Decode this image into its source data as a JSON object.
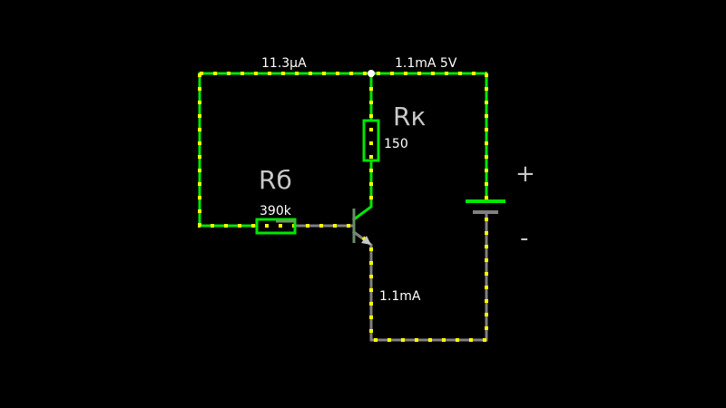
{
  "labels": {
    "top_left_current": "11.3µA",
    "top_right_current_voltage": "1.1mA 5V",
    "collector_resistor_name": "Rк",
    "collector_resistor_value": "150",
    "base_resistor_name": "Rб",
    "base_resistor_value": "390k",
    "emitter_current": "1.1mA",
    "battery_plus": "+",
    "battery_minus": "-"
  },
  "colors": {
    "active_wire": "#00e600",
    "inactive_wire": "#808080",
    "current_dots": "#ffff00",
    "background": "#000000"
  }
}
